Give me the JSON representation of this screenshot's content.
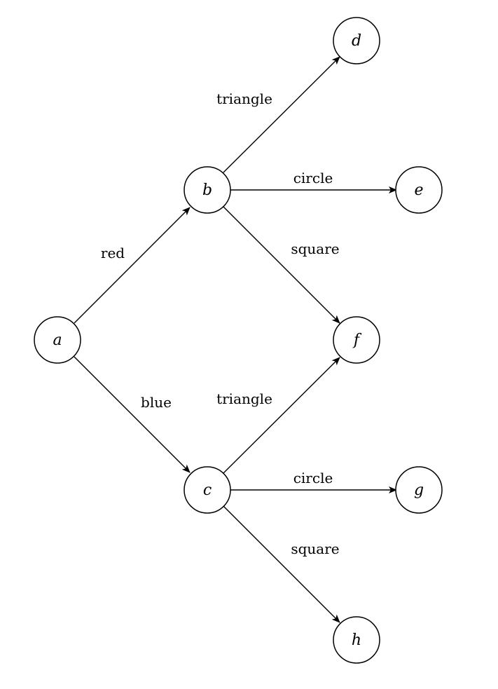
{
  "nodes": [
    {
      "id": "a",
      "label": "a"
    },
    {
      "id": "b",
      "label": "b"
    },
    {
      "id": "c",
      "label": "c"
    },
    {
      "id": "d",
      "label": "d"
    },
    {
      "id": "e",
      "label": "e"
    },
    {
      "id": "f",
      "label": "f"
    },
    {
      "id": "g",
      "label": "g"
    },
    {
      "id": "h",
      "label": "h"
    }
  ],
  "edges": [
    {
      "from": "a",
      "to": "b",
      "label": "red"
    },
    {
      "from": "a",
      "to": "c",
      "label": "blue"
    },
    {
      "from": "b",
      "to": "d",
      "label": "triangle"
    },
    {
      "from": "b",
      "to": "e",
      "label": "circle"
    },
    {
      "from": "b",
      "to": "f",
      "label": "square"
    },
    {
      "from": "c",
      "to": "f",
      "label": "triangle"
    },
    {
      "from": "c",
      "to": "g",
      "label": "circle"
    },
    {
      "from": "c",
      "to": "h",
      "label": "square"
    }
  ]
}
